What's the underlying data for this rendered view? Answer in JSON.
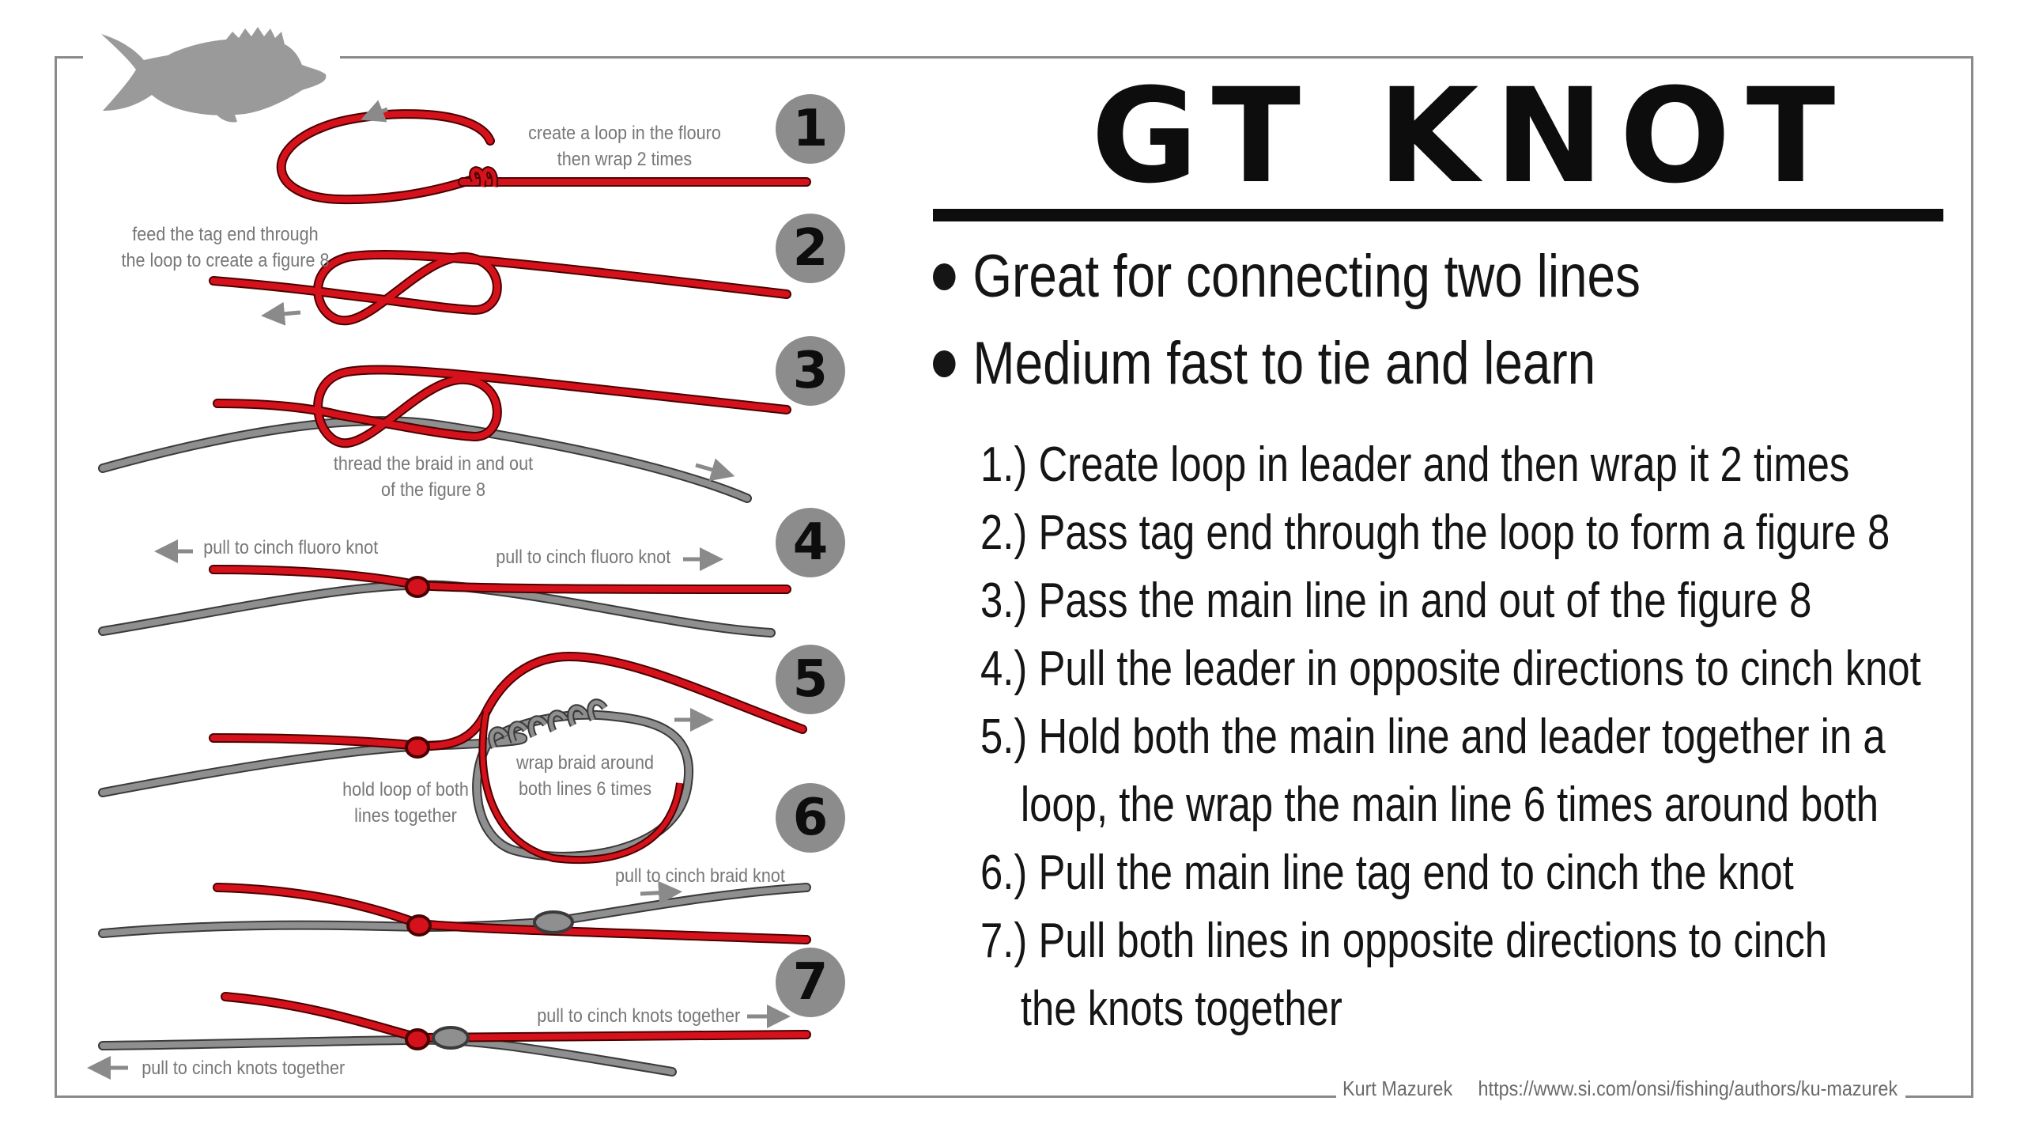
{
  "title": "GT KNOT",
  "bullets": [
    "Great for connecting two lines",
    "Medium fast to tie and learn"
  ],
  "steps": [
    {
      "num": "1.)",
      "text": "Create loop in leader and then wrap it 2 times",
      "cont": ""
    },
    {
      "num": "2.)",
      "text": "Pass tag end through the loop to form a figure 8",
      "cont": ""
    },
    {
      "num": "3.)",
      "text": "Pass the main line in and out of the figure 8",
      "cont": ""
    },
    {
      "num": "4.)",
      "text": "Pull the leader in opposite directions to cinch knot",
      "cont": ""
    },
    {
      "num": "5.)",
      "text": "Hold both the main line and leader together in a",
      "cont": "loop, the wrap the main line 6 times around both"
    },
    {
      "num": "6.)",
      "text": "Pull the main line tag end to cinch the knot",
      "cont": ""
    },
    {
      "num": "7.)",
      "text": "Pull both lines in opposite directions to cinch",
      "cont": "the knots together"
    }
  ],
  "diagram": {
    "badges": [
      "1",
      "2",
      "3",
      "4",
      "5",
      "6",
      "7"
    ],
    "labels": {
      "s1_a": "create a loop in the flouro",
      "s1_b": "then wrap 2 times",
      "s2_a": "feed the tag end through",
      "s2_b": "the loop to create a figure 8",
      "s3_a": "thread the braid in and out",
      "s3_b": "of the figure 8",
      "s4_left": "pull to cinch fluoro knot",
      "s4_right": "pull to cinch fluoro knot",
      "s5_hold_a": "hold loop of both",
      "s5_hold_b": "lines together",
      "s5_wrap_a": "wrap braid around",
      "s5_wrap_b": "both lines 6 times",
      "s6": "pull to cinch braid knot",
      "s7_right": "pull to cinch knots together",
      "s7_left": "pull to cinch knots together"
    },
    "colors": {
      "leader": "#d5121c",
      "leader_outline": "#4a0000",
      "braid": "#8f8f8f",
      "braid_outline": "#3a3a3a",
      "arrow": "#8a8a8a",
      "badge": "#8c8c8c",
      "fish": "#9a9a9a"
    }
  },
  "credits": {
    "author": "Kurt Mazurek",
    "url": "https://www.si.com/onsi/fishing/authors/ku-mazurek"
  }
}
